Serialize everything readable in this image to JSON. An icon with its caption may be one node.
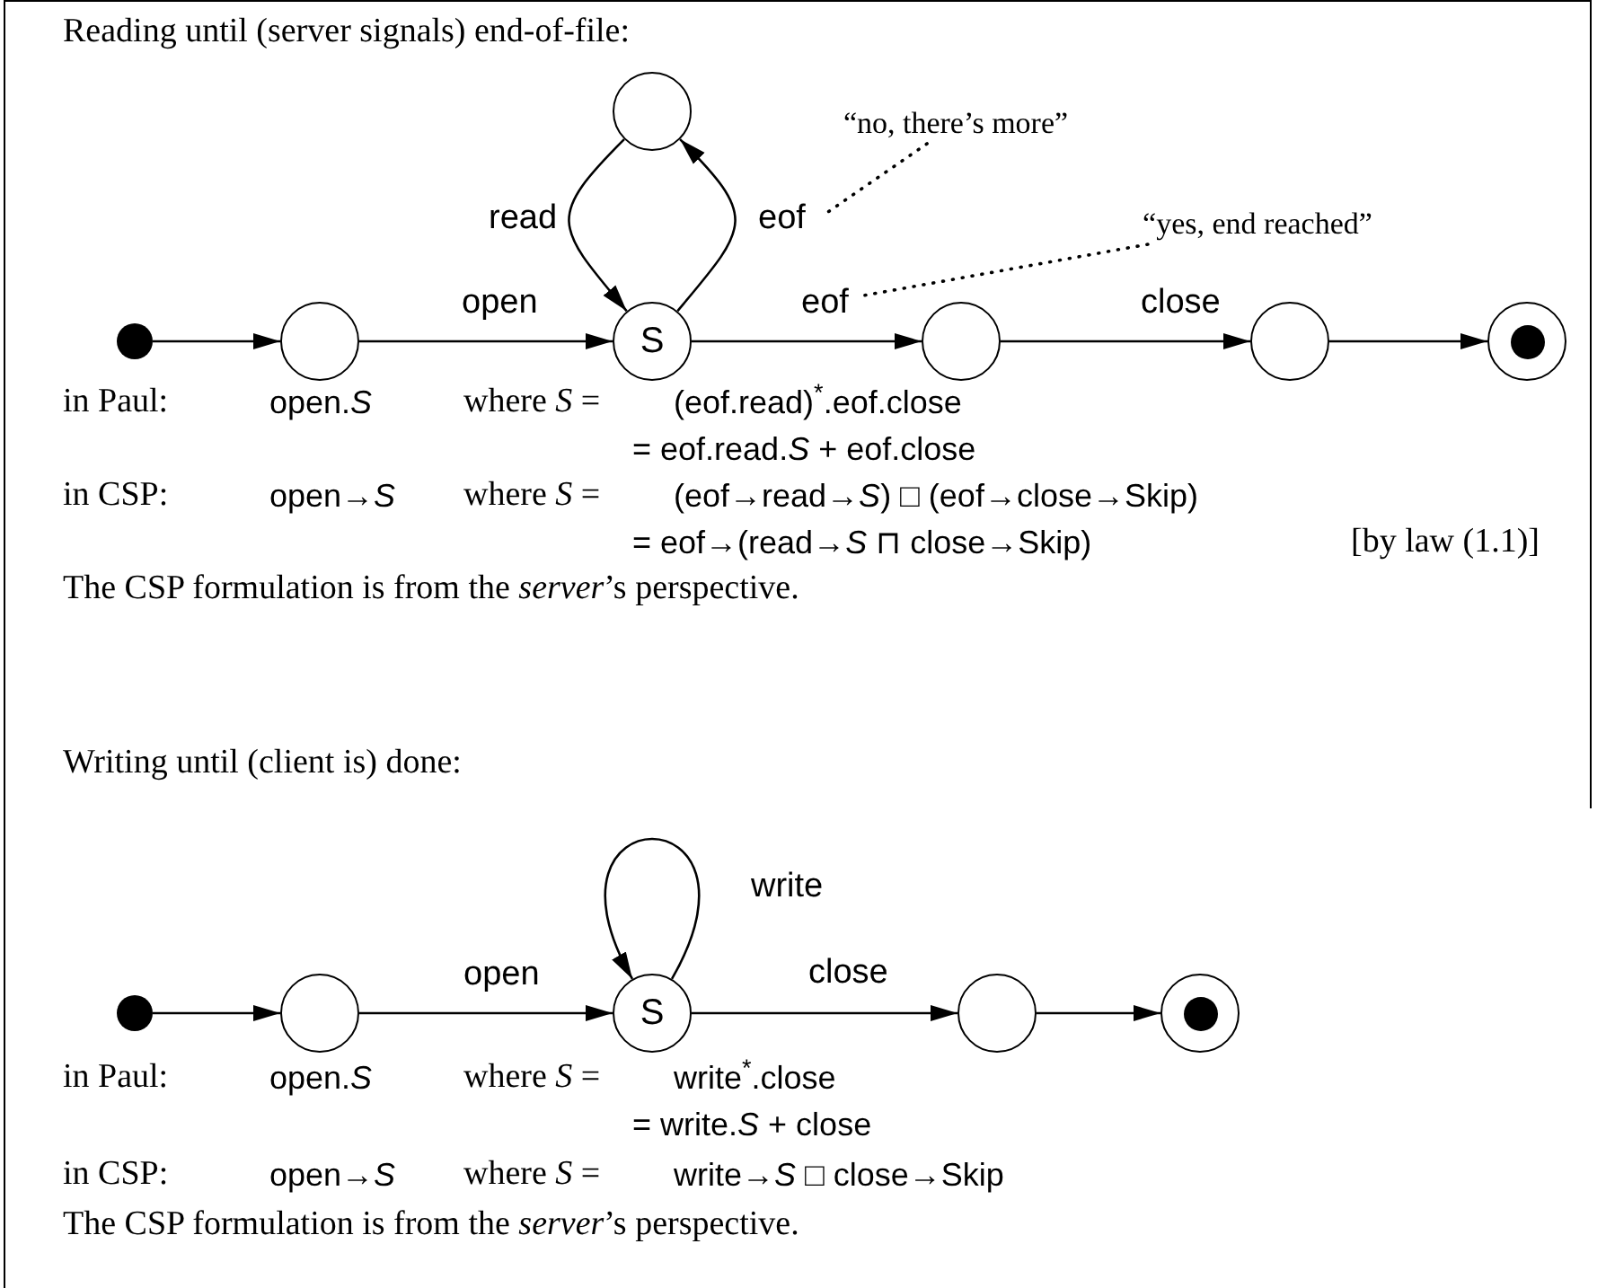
{
  "diagram": {
    "nodes": [
      {
        "text": [],
        "shape": "dot"
      },
      {
        "text": [],
        "shape": "circle"
      },
      {
        "text": [
          "S"
        ]
      },
      {
        "text": [],
        "shape": "circle"
      },
      {
        "text": [],
        "shape": "circle"
      },
      {
        "text": [],
        "shape": "circle"
      },
      {
        "text": [],
        "shape": "target"
      },
      {
        "text": [
          "“no, there’s more”"
        ]
      },
      {
        "text": [
          "“yes, end reached”"
        ]
      },
      {
        "text": [],
        "shape": "dot"
      },
      {
        "text": [],
        "shape": "circle"
      },
      {
        "text": [
          "S"
        ]
      },
      {
        "text": [],
        "shape": "circle"
      },
      {
        "text": [],
        "shape": "target"
      }
    ],
    "edges": [
      {
        "from": 0,
        "to": 1,
        "arrow": "to"
      },
      {
        "from": 1,
        "to": 2,
        "label": "open",
        "arrow": "to"
      },
      {
        "from": 2,
        "to": 3,
        "label": "eof",
        "arrow": "to"
      },
      {
        "from": 3,
        "to": 2,
        "label": "read",
        "arrow": "to"
      },
      {
        "from": 2,
        "to": 4,
        "label": "eof",
        "arrow": "to"
      },
      {
        "from": 4,
        "to": 5,
        "label": "close",
        "arrow": "to"
      },
      {
        "from": 5,
        "to": 6,
        "arrow": "to"
      },
      {
        "from": 7,
        "to": null,
        "arrow": "none",
        "style": "dashed"
      },
      {
        "from": 8,
        "to": null,
        "arrow": "none",
        "style": "dashed"
      },
      {
        "from": 9,
        "to": 10,
        "arrow": "to"
      },
      {
        "from": 10,
        "to": 11,
        "label": "open",
        "arrow": "to"
      },
      {
        "from": 11,
        "to": 11,
        "label": "write",
        "arrow": "to"
      },
      {
        "from": 11,
        "to": 12,
        "label": "close",
        "arrow": "to"
      },
      {
        "from": 12,
        "to": 13,
        "arrow": "to"
      }
    ],
    "labels": [
      "Reading until (server signals) end-of-file:",
      "in Paul:",
      "open.*S*",
      "where *S* =",
      "(eof.read)$^{*}$.eof.close",
      "= eof.read.*S* + eof.close",
      "in CSP:",
      "open→*S*",
      "where *S* =",
      "(eof→read→*S*) □ (eof→close→Skip)",
      "= eof→(read→*S* ⊓ close→Skip)",
      "[by law (1.1)]",
      "The CSP formulation is from the *server*’s perspective.",
      "Writing until (client is) done:",
      "in Paul:",
      "open.*S*",
      "where *S* =",
      "write$^{*}$.close",
      "= write.*S* + close",
      "in CSP:",
      "open→*S*",
      "where *S* =",
      "write→*S* □ close→Skip",
      "The CSP formulation is from the *server*’s perspective."
    ]
  }
}
